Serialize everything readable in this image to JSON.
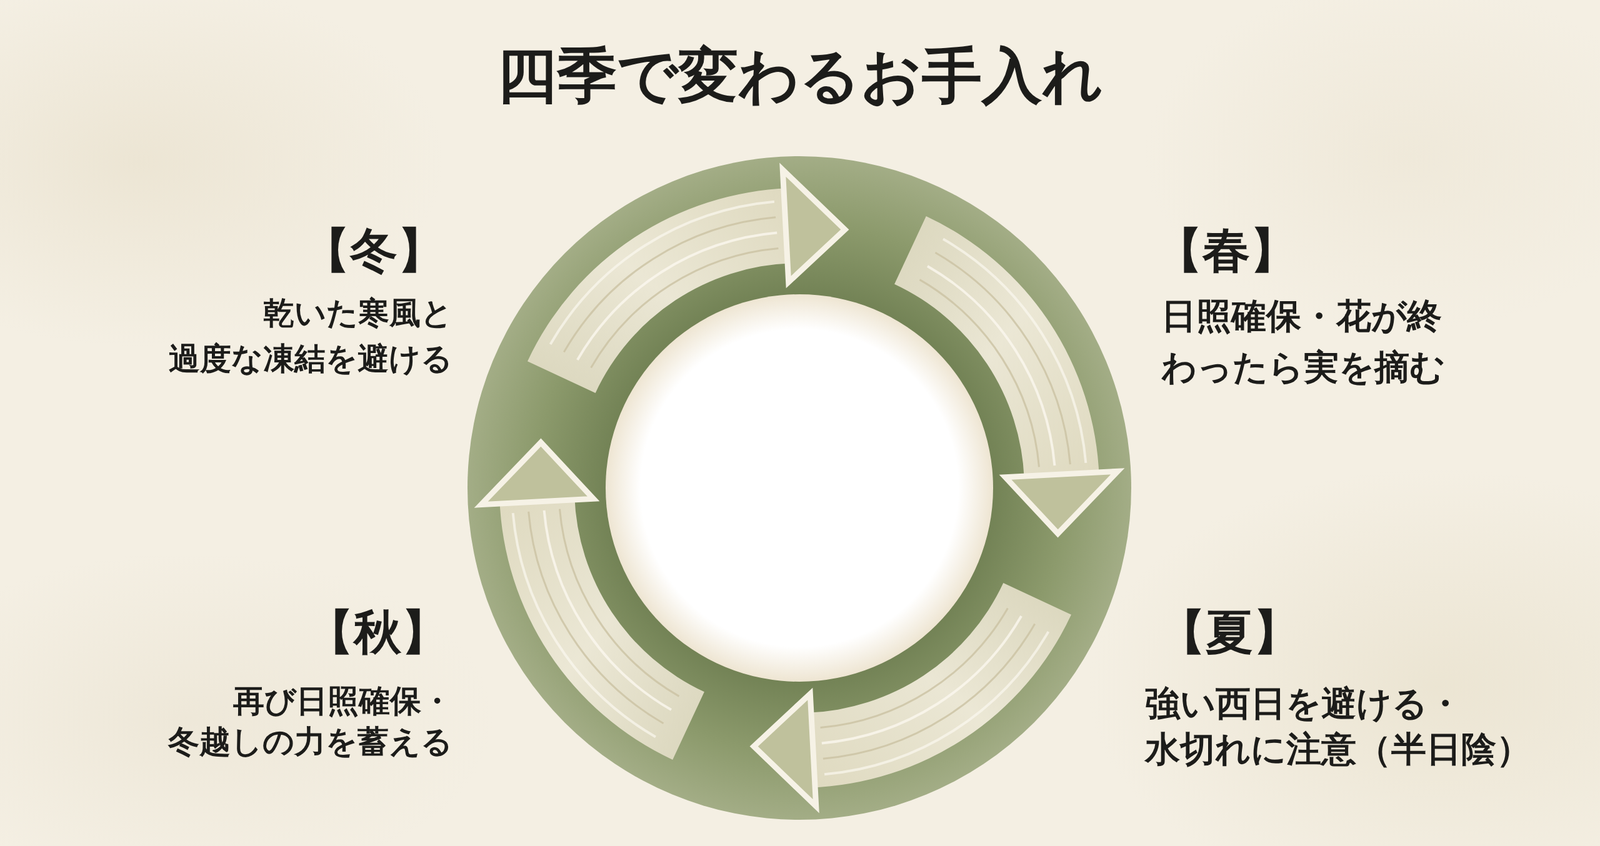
{
  "diagram": {
    "title": "四季で変わるお手入れ",
    "labels": [
      "【冬】",
      "乾いた寒風と 過度な凍結を避ける",
      "【春】",
      "日照確保・花が終 わったら実を摘む",
      "【秋】",
      "再び日照確保・ 冬越しの力を蓄える",
      "【夏】",
      "強い西日を避ける・ 水切れに注意（半日陰）"
    ]
  }
}
